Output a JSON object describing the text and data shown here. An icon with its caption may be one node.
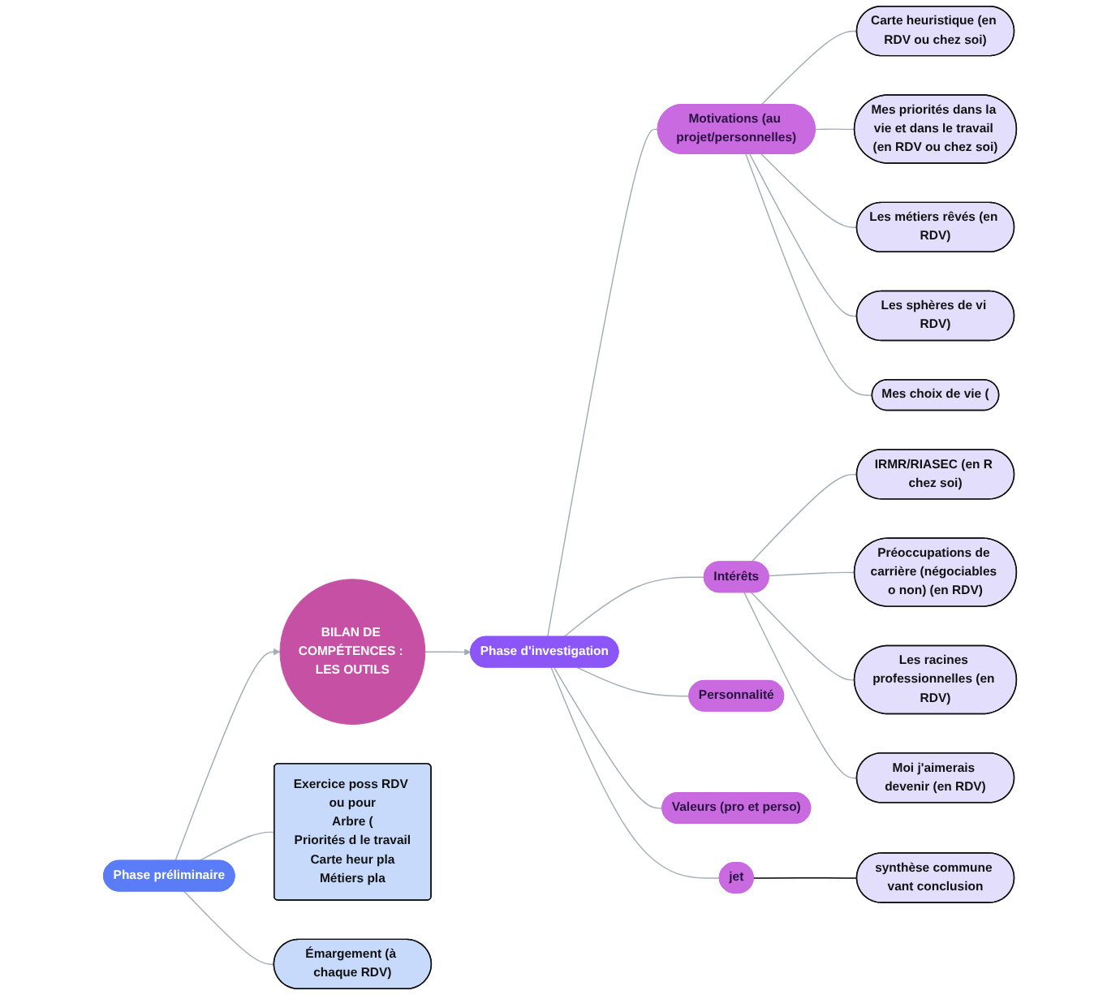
{
  "diagram": {
    "nodes": [
      {
        "text": [
          "BILAN DE COMPÉTENCES : LES OUTILS"
        ]
      },
      {
        "text": [
          "Phase préliminaire"
        ]
      },
      {
        "text": [
          "Exercice poss RDV ou pour",
          "Arbre (",
          "Priorités d le travail",
          "Carte heur pla",
          "Métiers pla"
        ]
      },
      {
        "text": [
          "Émargement (à chaque RDV)"
        ]
      },
      {
        "text": [
          "Phase d'investigation"
        ]
      },
      {
        "text": [
          "Motivations (au projet/personnelles)"
        ]
      },
      {
        "text": [
          "Carte heuristique (en RDV ou chez soi)"
        ]
      },
      {
        "text": [
          "Mes priorités dans la vie et dans le travail (en RDV ou chez soi)"
        ]
      },
      {
        "text": [
          "Les métiers rêvés (en RDV)"
        ]
      },
      {
        "text": [
          "Les sphères de vi RDV)"
        ]
      },
      {
        "text": [
          "Mes choix de vie ("
        ]
      },
      {
        "text": [
          "Intérêts"
        ]
      },
      {
        "text": [
          "IRMR/RIASEC (en R chez soi)"
        ]
      },
      {
        "text": [
          "Préoccupations de carrière (négociables o non) (en RDV)"
        ]
      },
      {
        "text": [
          "Les racines professionnelles (en RDV)"
        ]
      },
      {
        "text": [
          "Moi j'aimerais devenir (en RDV)"
        ]
      },
      {
        "text": [
          "Personnalité"
        ]
      },
      {
        "text": [
          "Valeurs (pro et perso)"
        ]
      },
      {
        "text": [
          "synthèse commune vant conclusion"
        ]
      },
      {
        "text": [
          "jet"
        ]
      }
    ],
    "edges": [
      {
        "from": 1,
        "to": 0,
        "arrow": "to"
      },
      {
        "from": 1,
        "to": 2,
        "arrow": "none"
      },
      {
        "from": 1,
        "to": 3,
        "arrow": "none"
      },
      {
        "from": 0,
        "to": 4,
        "arrow": "to"
      },
      {
        "from": 4,
        "to": 5,
        "arrow": "none"
      },
      {
        "from": 5,
        "to": 6,
        "arrow": "none"
      },
      {
        "from": 5,
        "to": 7,
        "arrow": "none"
      },
      {
        "from": 5,
        "to": 8,
        "arrow": "none"
      },
      {
        "from": 5,
        "to": 9,
        "arrow": "none"
      },
      {
        "from": 5,
        "to": 10,
        "arrow": "none"
      },
      {
        "from": 4,
        "to": 11,
        "arrow": "none"
      },
      {
        "from": 11,
        "to": 12,
        "arrow": "none"
      },
      {
        "from": 11,
        "to": 13,
        "arrow": "none"
      },
      {
        "from": 11,
        "to": 14,
        "arrow": "none"
      },
      {
        "from": 11,
        "to": 15,
        "arrow": "none"
      },
      {
        "from": 4,
        "to": 16,
        "arrow": "none"
      },
      {
        "from": 4,
        "to": 17,
        "arrow": "none"
      },
      {
        "from": 4,
        "to": 19,
        "arrow": "none"
      },
      {
        "from": 19,
        "to": 18,
        "arrow": "none",
        "color": "#000000"
      }
    ]
  }
}
